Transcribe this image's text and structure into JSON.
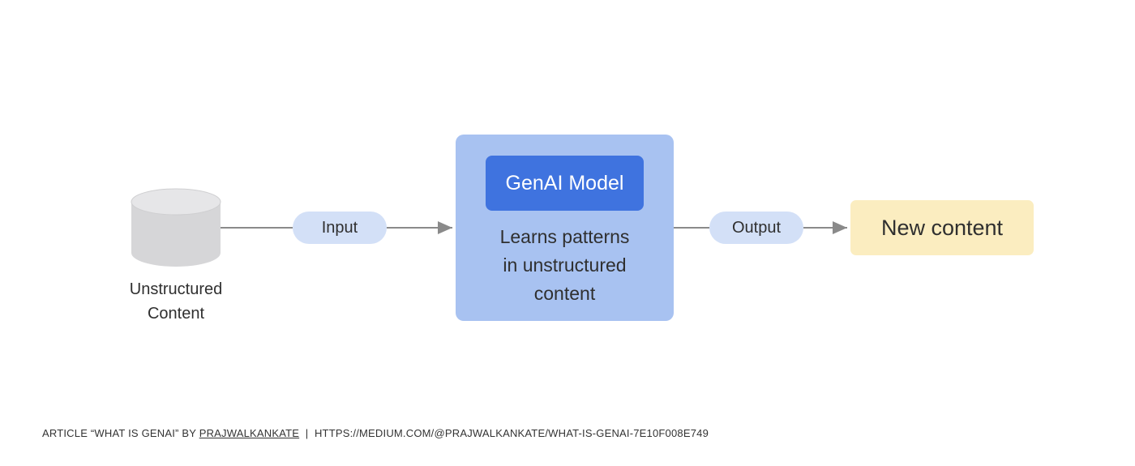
{
  "diagram": {
    "source": {
      "label_line1": "Unstructured",
      "label_line2": "Content",
      "icon": "database-icon"
    },
    "input_label": "Input",
    "model": {
      "title": "GenAI Model",
      "desc_line1": "Learns patterns",
      "desc_line2": "in unstructured",
      "desc_line3": "content"
    },
    "output_label": "Output",
    "result_label": "New content"
  },
  "citation": {
    "prefix": "ARTICLE “WHAT IS GENAI” BY",
    "author": "PRAJWALKANKATE",
    "separator": "|",
    "url": "HTTPS://MEDIUM.COM/@PRAJWALKANKATE/WHAT-IS-GENAI-7E10F008E749"
  },
  "colors": {
    "model_box": "#a8c2f1",
    "model_title_bg": "#3f73df",
    "pill_bg": "#d3e0f7",
    "result_bg": "#fbedc0",
    "database": "#d6d6d8",
    "connector": "#8a8a8a"
  }
}
